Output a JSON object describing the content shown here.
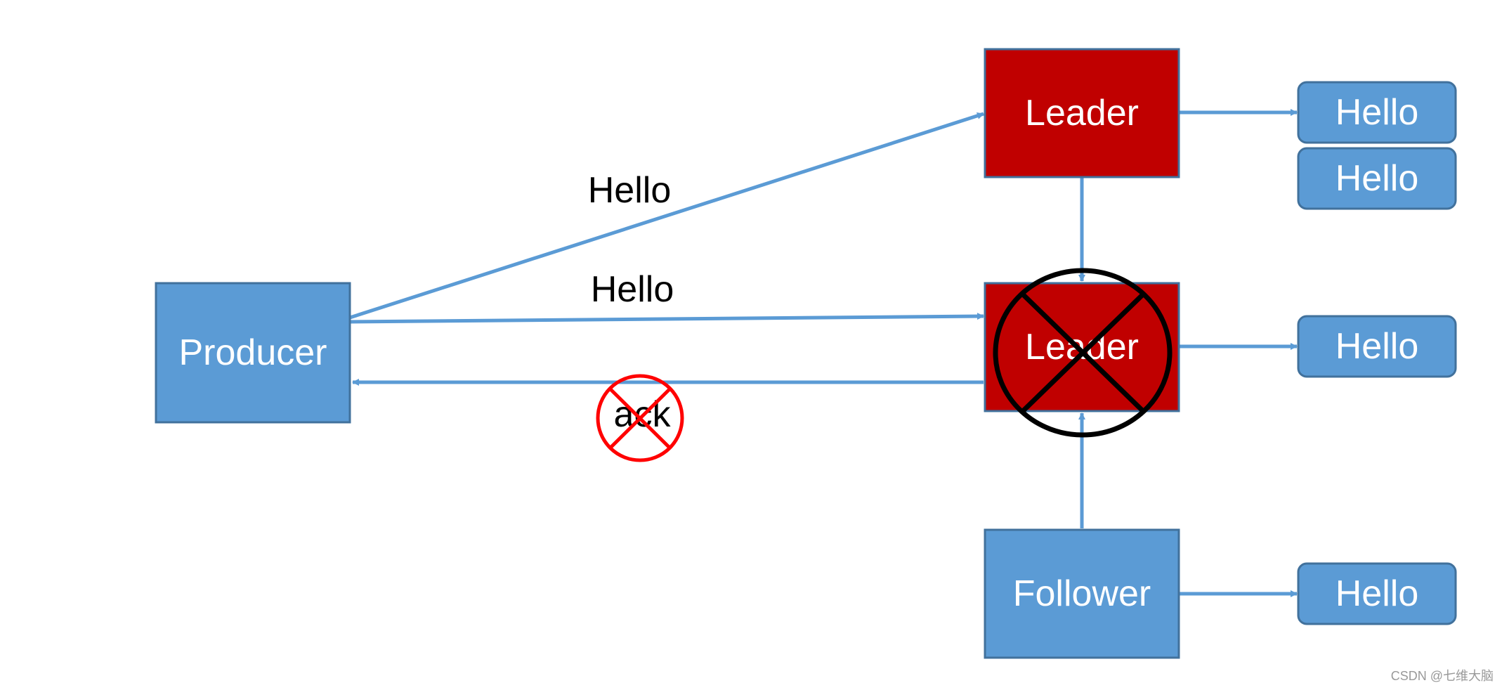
{
  "diagram": {
    "producer_label": "Producer",
    "leader_top_label": "Leader",
    "leader_mid_label": "Leader",
    "follower_label": "Follower",
    "msg_top_label": "Hello",
    "msg_mid_label": "Hello",
    "ack_label": "ack",
    "queue_top_1": "Hello",
    "queue_top_2": "Hello",
    "queue_mid": "Hello",
    "queue_follower": "Hello"
  },
  "watermark": "CSDN @七维大脑",
  "colors": {
    "blue_box": "#5b9bd5",
    "blue_stroke": "#41719c",
    "red_box": "#c00000",
    "arrow": "#5b9bd5",
    "cross_black": "#000000",
    "cross_red": "#ff0000",
    "text_white": "#ffffff",
    "text_black": "#000000",
    "watermark": "#999999"
  }
}
